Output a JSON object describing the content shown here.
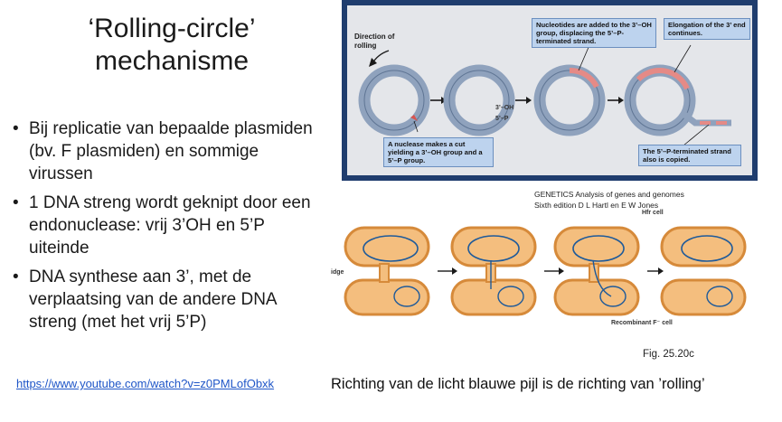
{
  "slide": {
    "title_line1": "‘Rolling-circle’",
    "title_line2": "mechanisme",
    "bullets": [
      "Bij replicatie van bepaalde plasmiden (bv. F plasmiden) en sommige virussen",
      "1 DNA streng wordt geknipt door een endonuclease: vrij 3’OH en 5’P uiteinde",
      "DNA synthese aan 3’, met de verplaatsing van de andere DNA streng (met het vrij 5’P)"
    ],
    "bullet_symbol": "•",
    "link_text": "https://www.youtube.com/watch?v=z0PMLofObxk",
    "caption": "Richting van de licht blauwe pijl is de richting van ’rolling’"
  },
  "figure_top": {
    "direction_label": "Direction of rolling",
    "nucleotides_note": "Nucleotides are added to the 3’–OH group, displacing the 5’–P-terminated strand.",
    "elongation_note": "Elongation of the 3’ end continues.",
    "nuclease_note": "A nuclease makes a cut yielding a 3’–OH group and a 5’–P group.",
    "copied_note": "The 5’–P-terminated strand also is copied.",
    "oh_label": "3’–OH",
    "p_label": "5’–P"
  },
  "credits": {
    "line1": "GENETICS Analysis of genes and genomes",
    "line2": "Sixth edition D L Hartl en E W Jones"
  },
  "figure_bottom": {
    "hfr_label": "Hfr cell",
    "recombinant_label": "Recombinant F⁻ cell",
    "bridge_label": "idge",
    "figure_label": "Fig. 25.20c"
  },
  "colors": {
    "frame": "#1f3d6e",
    "ring": "#8fa2bd",
    "ring_dark": "#5f7594",
    "new_strand": "#e58a86",
    "cell_fill": "#f4be7e",
    "cell_stroke": "#d68a3a",
    "link": "#1f56c8"
  }
}
